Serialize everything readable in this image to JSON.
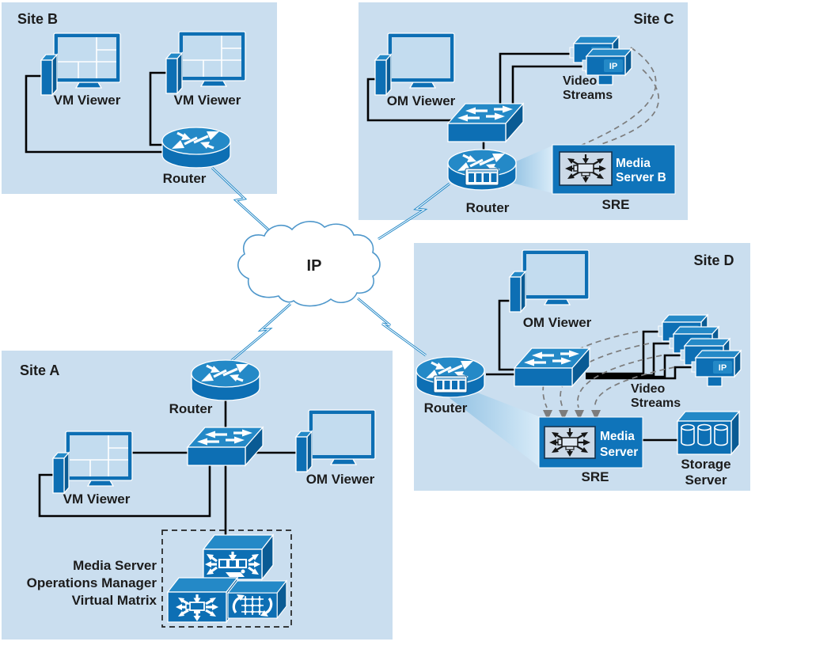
{
  "diagram": {
    "cloud_label": "IP",
    "site_b": {
      "title": "Site B",
      "vm_viewer_1": "VM Viewer",
      "vm_viewer_2": "VM Viewer",
      "router": "Router"
    },
    "site_c": {
      "title": "Site C",
      "om_viewer": "OM Viewer",
      "router": "Router",
      "camera_ip": "IP",
      "video_streams": [
        "Video",
        "Streams"
      ],
      "media_server": [
        "Media",
        "Server B"
      ],
      "sre": "SRE"
    },
    "site_d": {
      "title": "Site D",
      "om_viewer": "OM Viewer",
      "router": "Router",
      "camera_ip": "IP",
      "video_streams": [
        "Video",
        "Streams"
      ],
      "media_server": [
        "Media",
        "Server"
      ],
      "sre": "SRE",
      "storage": [
        "Storage",
        "Server"
      ]
    },
    "site_a": {
      "title": "Site A",
      "router": "Router",
      "vm_viewer": "VM Viewer",
      "om_viewer": "OM Viewer",
      "cluster": [
        "Media Server",
        "Operations Manager",
        "Virtual Matrix"
      ]
    },
    "palette": {
      "panel_blue": "#cadeef",
      "device_blue": "#0d6fb4",
      "device_top_blue": "#2489c7",
      "device_dark_blue": "#0a5b94",
      "screen_blue": "#c3dcef",
      "stream_grey": "#7c7c7c",
      "bolt_blue": "#2187c6"
    }
  }
}
